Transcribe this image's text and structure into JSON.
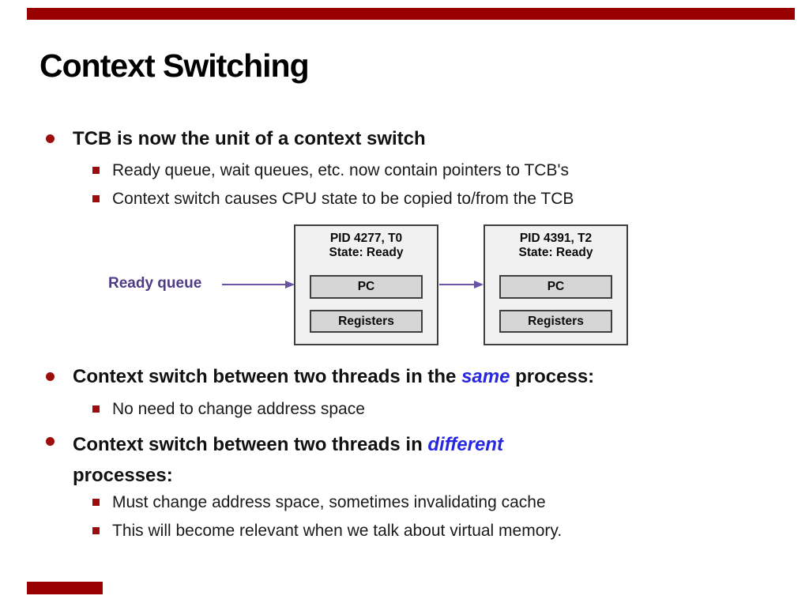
{
  "colors": {
    "accent_red": "#990000",
    "bullet_red": "#9e0d0d",
    "em_blue": "#2727de",
    "queue_label_purple": "#4e3d85",
    "arrow_purple": "#6c51a8",
    "thread_box_fill": "#f1f1f1",
    "slot_fill": "#d6d6d6"
  },
  "title": "Context Switching",
  "bullets": {
    "b1": {
      "text": "TCB is now the unit of a context switch",
      "subs": [
        "Ready queue, wait queues, etc. now contain pointers to TCB's",
        "Context switch causes CPU state to be copied to/from the TCB"
      ]
    },
    "b2": {
      "pre": "Context switch between two threads in the ",
      "em": "same",
      "post": " process:",
      "subs": [
        "No need to change address space"
      ]
    },
    "b3": {
      "pre": "Context switch between two threads in ",
      "em": "different",
      "post": "processes:",
      "subs": [
        "Must change address space, sometimes invalidating cache",
        "This will become relevant when we talk about virtual memory."
      ]
    }
  },
  "diagram": {
    "queue_label": "Ready queue",
    "threads": [
      {
        "line1": "PID 4277, T0",
        "line2": "State: Ready",
        "slots": [
          "PC",
          "Registers"
        ]
      },
      {
        "line1": "PID 4391, T2",
        "line2": "State: Ready",
        "slots": [
          "PC",
          "Registers"
        ]
      }
    ]
  }
}
